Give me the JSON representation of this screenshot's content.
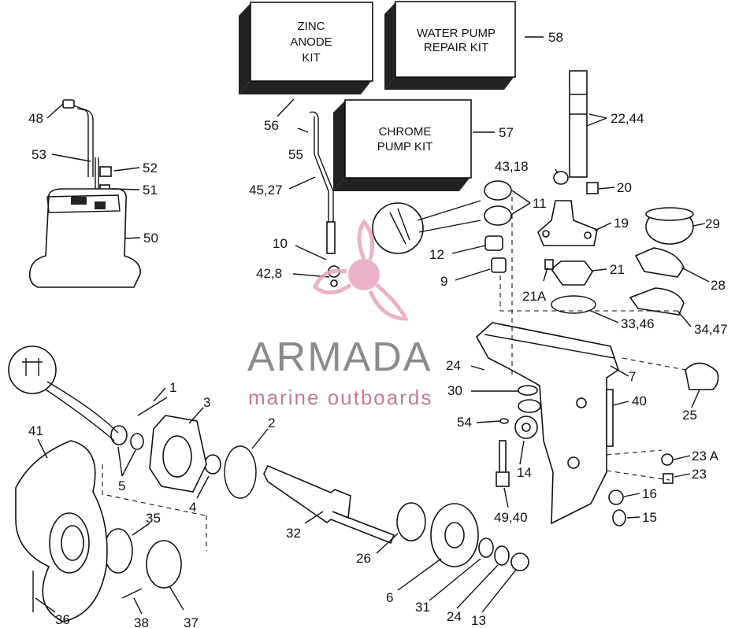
{
  "kits": {
    "zinc": "ZINC ANODE KIT",
    "zinc_lines": [
      "ZINC",
      "ANODE",
      "KIT"
    ],
    "water": "WATER PUMP REPAIR KIT",
    "water_lines": [
      "WATER PUMP",
      "REPAIR KIT"
    ],
    "chrome": "CHROME PUMP KIT",
    "chrome_lines": [
      "CHROME",
      "PUMP KIT"
    ]
  },
  "callouts": [
    "1",
    "2",
    "3",
    "4",
    "5",
    "6",
    "7",
    "9",
    "10",
    "11",
    "12",
    "13",
    "14",
    "15",
    "16",
    "19",
    "20",
    "21",
    "21A",
    "22,44",
    "23",
    "23 A",
    "24",
    "25",
    "26",
    "28",
    "29",
    "30",
    "31",
    "32",
    "33,46",
    "34,47",
    "35",
    "36",
    "37",
    "38",
    "40",
    "41",
    "42,8",
    "43,18",
    "45,27",
    "48",
    "49,40",
    "50",
    "51",
    "52",
    "53",
    "54",
    "55",
    "56",
    "57",
    "58"
  ],
  "watermark": {
    "brand": "ARMADA",
    "tagline": "marine outboards",
    "colors": {
      "brand_text": "#8b8b8b",
      "logo": "#e8a4c0",
      "logo_dark": "#c27a9a"
    }
  }
}
